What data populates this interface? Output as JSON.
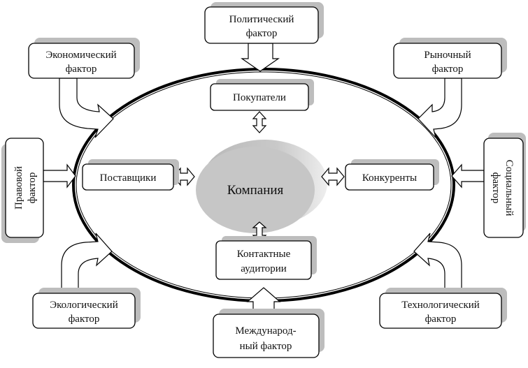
{
  "center": {
    "label": "Компания"
  },
  "inner": {
    "buyers": "Покупатели",
    "suppliers": "Поставщики",
    "competitors": "Конкуренты",
    "audiences": [
      "Контактные",
      "аудитории"
    ]
  },
  "factors": {
    "political": [
      "Политический",
      "фактор"
    ],
    "economic": [
      "Экономический",
      "фактор"
    ],
    "market": [
      "Рыночный",
      "фактор"
    ],
    "legal": [
      "Правовой",
      "фактор"
    ],
    "social": [
      "Социальный",
      "фактор"
    ],
    "ecological": [
      "Экологический",
      "фактор"
    ],
    "technological": [
      "Технологический",
      "фактор"
    ],
    "international": [
      "Международ-",
      "ный фактор"
    ]
  }
}
